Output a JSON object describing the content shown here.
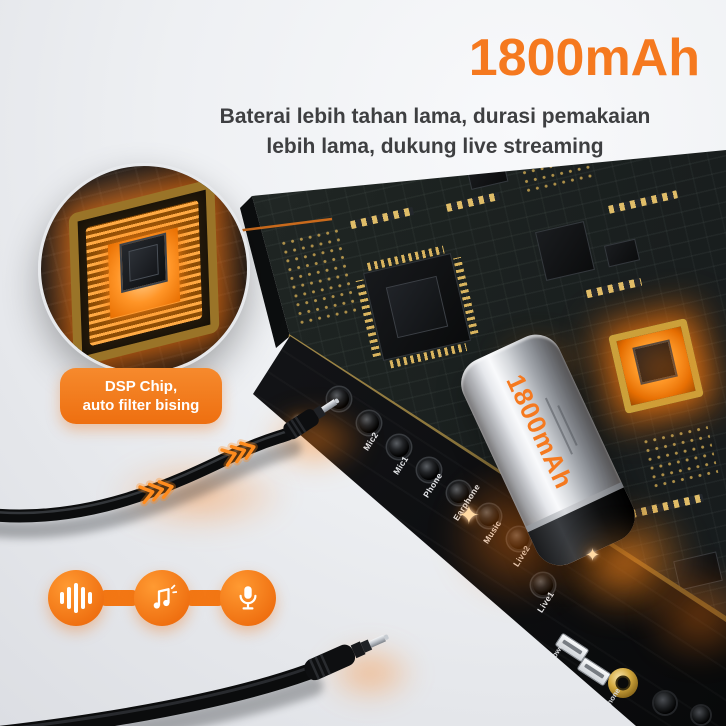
{
  "headline": "1800mAh",
  "subtitle": {
    "line1": "Baterai lebih tahan lama, durasi pemakaian",
    "line2": "lebih lama, dukung live streaming"
  },
  "callout": {
    "line1": "DSP Chip,",
    "line2": "auto filter bising"
  },
  "battery": {
    "capacity": "1800mAh"
  },
  "device": {
    "jack_labels": [
      "Mic2",
      "Mic1",
      "Phone",
      "Earphone",
      "Music",
      "Live2",
      "Live1"
    ],
    "connector_labels": [
      "5V Power",
      "D.Phone"
    ]
  },
  "feature_icons": [
    "sound-wave",
    "music-note",
    "microphone"
  ],
  "colors": {
    "accent_orange": "#F5791F",
    "glow_orange": "#FF8C1E",
    "subtitle_text": "#3E3F41",
    "board_dark": "#1D2321",
    "panel_black": "#101113",
    "battery_silver": "#D8DADE",
    "background": "#ECEDEF"
  }
}
